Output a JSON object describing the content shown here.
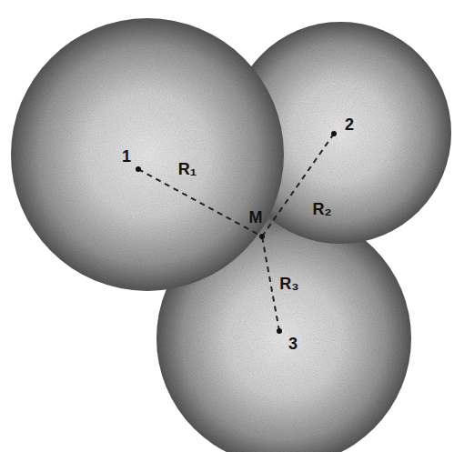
{
  "diagram": {
    "labels": [
      "1",
      "2",
      "R₁",
      "M",
      "R₂",
      "R₃",
      "3"
    ]
  }
}
